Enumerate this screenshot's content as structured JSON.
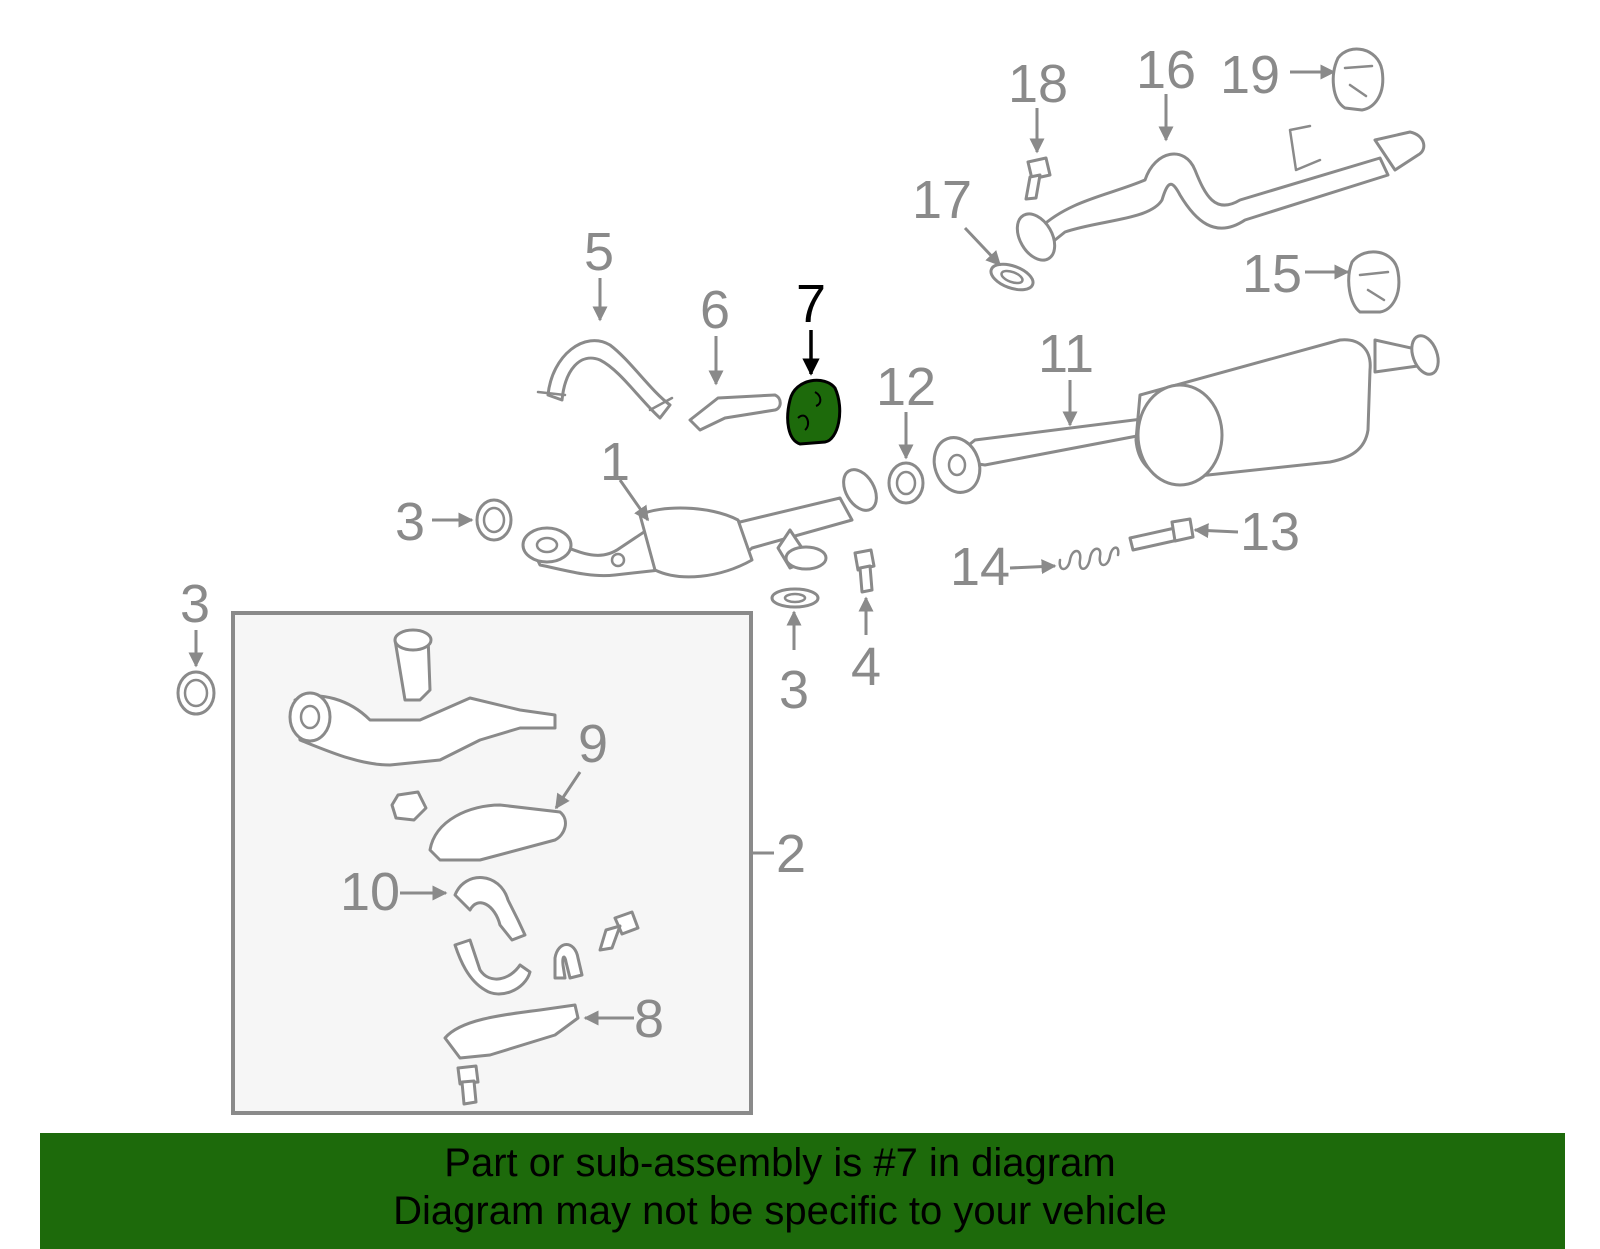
{
  "diagram": {
    "highlighted_part": "7",
    "highlight_color": "#1d6a0b",
    "line_color": "#8a8a8a",
    "callouts": {
      "c1": "1",
      "c2": "2",
      "c3a": "3",
      "c3b": "3",
      "c3c": "3",
      "c4": "4",
      "c5": "5",
      "c6": "6",
      "c7": "7",
      "c8": "8",
      "c9": "9",
      "c10": "10",
      "c11": "11",
      "c12": "12",
      "c13": "13",
      "c14": "14",
      "c15": "15",
      "c16": "16",
      "c17": "17",
      "c18": "18",
      "c19": "19"
    }
  },
  "banner": {
    "line1": "Part or sub-assembly is #7 in diagram",
    "line2": "Diagram may not be specific to your vehicle",
    "background": "#1d6a0b"
  }
}
